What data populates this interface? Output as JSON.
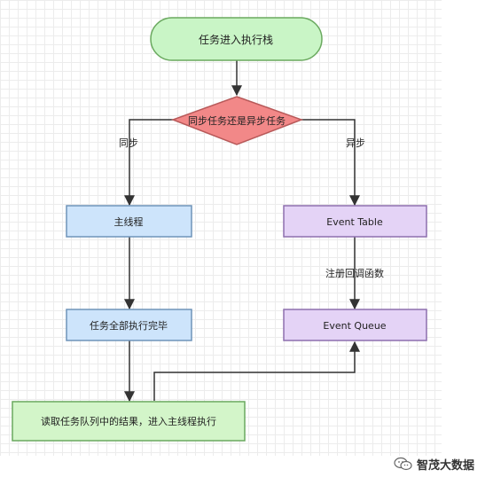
{
  "flowchart": {
    "start": "任务进入执行栈",
    "decision": "同步任务还是异步任务",
    "edge_sync": "同步",
    "edge_async": "异步",
    "main_thread": "主线程",
    "event_table": "Event Table",
    "register_callback": "注册回调函数",
    "tasks_done": "任务全部执行完毕",
    "event_queue": "Event Queue",
    "read_queue": "读取任务队列中的结果，进入主线程执行"
  },
  "watermark": {
    "text": "智茂大数据"
  },
  "colors": {
    "start_fill": "#c9f5c6",
    "start_stroke": "#6aa95f",
    "decision_fill": "#f28888",
    "decision_stroke": "#b85a5a",
    "sync_fill": "#cde4fb",
    "sync_stroke": "#6f94b9",
    "async_fill": "#e4d3f6",
    "async_stroke": "#8d6fae",
    "result_fill": "#d3f5c9",
    "result_stroke": "#6aa95f",
    "line": "#333333"
  }
}
